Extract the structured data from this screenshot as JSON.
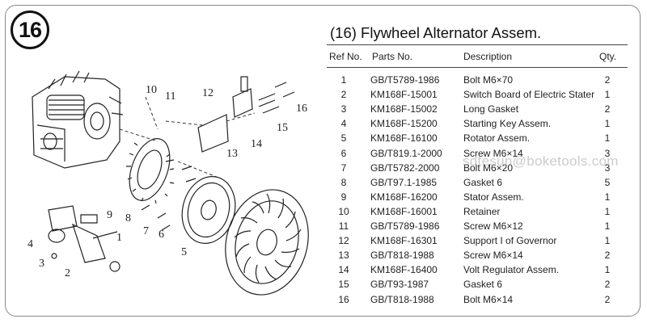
{
  "badge": "16",
  "title": "(16) Flywheel Alternator Assem.",
  "headers": {
    "no": "Ref No.",
    "part": "Parts No.",
    "desc": "Description",
    "qty": "Qty."
  },
  "rows": [
    {
      "no": "1",
      "part": "GB/T5789-1986",
      "desc": "Bolt M6×70",
      "qty": "2"
    },
    {
      "no": "2",
      "part": "KM168F-15001",
      "desc": "Switch Board of Electric Stater",
      "qty": "1"
    },
    {
      "no": "3",
      "part": "KM168F-15002",
      "desc": "Long Gasket",
      "qty": "2"
    },
    {
      "no": "4",
      "part": "KM168F-15200",
      "desc": "Starting Key Assem.",
      "qty": "1"
    },
    {
      "no": "5",
      "part": "KM168F-16100",
      "desc": "Rotator Assem.",
      "qty": "1"
    },
    {
      "no": "6",
      "part": "GB/T819.1-2000",
      "desc": "Screw M6×14",
      "qty": "3"
    },
    {
      "no": "7",
      "part": "GB/T5782-2000",
      "desc": "Bolt M6×20",
      "qty": "3"
    },
    {
      "no": "8",
      "part": "GB/T97.1-1985",
      "desc": "Gasket 6",
      "qty": "5"
    },
    {
      "no": "9",
      "part": "KM168F-16200",
      "desc": "Stator Assem.",
      "qty": "1"
    },
    {
      "no": "10",
      "part": "KM168F-16001",
      "desc": "Retainer",
      "qty": "1"
    },
    {
      "no": "11",
      "part": "GB/T5789-1986",
      "desc": "Screw M6×12",
      "qty": "1"
    },
    {
      "no": "12",
      "part": "KM168F-16301",
      "desc": "Support I of Governor",
      "qty": "1"
    },
    {
      "no": "13",
      "part": "GB/T818-1988",
      "desc": "Screw M6×14",
      "qty": "2"
    },
    {
      "no": "14",
      "part": "KM168F-16400",
      "desc": "Volt Regulator Assem.",
      "qty": "1"
    },
    {
      "no": "15",
      "part": "GB/T93-1987",
      "desc": "Gasket 6",
      "qty": "2"
    },
    {
      "no": "16",
      "part": "GB/T818-1988",
      "desc": "Bolt M6×14",
      "qty": "2"
    }
  ],
  "watermark": "sdtesun@boketools.com",
  "callouts": [
    "1",
    "2",
    "3",
    "4",
    "5",
    "6",
    "7",
    "8",
    "9",
    "10",
    "11",
    "12",
    "13",
    "14",
    "15",
    "16"
  ]
}
